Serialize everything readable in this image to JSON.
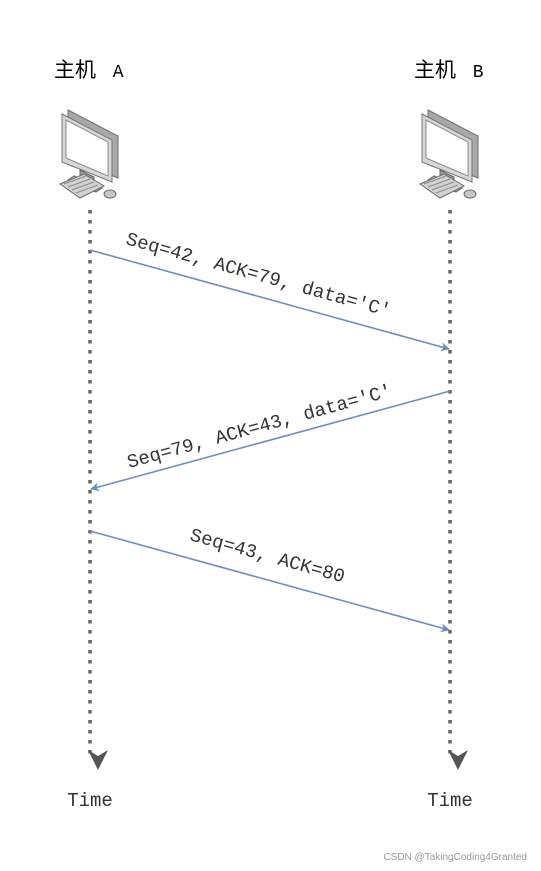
{
  "host_a": {
    "title": "主机",
    "id": "A"
  },
  "host_b": {
    "title": "主机",
    "id": "B"
  },
  "messages": [
    {
      "text": "Seq=42, ACK=79, data='C'"
    },
    {
      "text": "Seq=79, ACK=43, data='C'"
    },
    {
      "text": "Seq=43, ACK=80"
    }
  ],
  "timeline_label": "Time",
  "watermark": "CSDN @TakingCoding4Granted",
  "colors": {
    "arrow": "#6c8ebf",
    "lifeline": "#666666",
    "label": "#333333"
  },
  "icons": {
    "host": "desktop-computer-icon"
  }
}
